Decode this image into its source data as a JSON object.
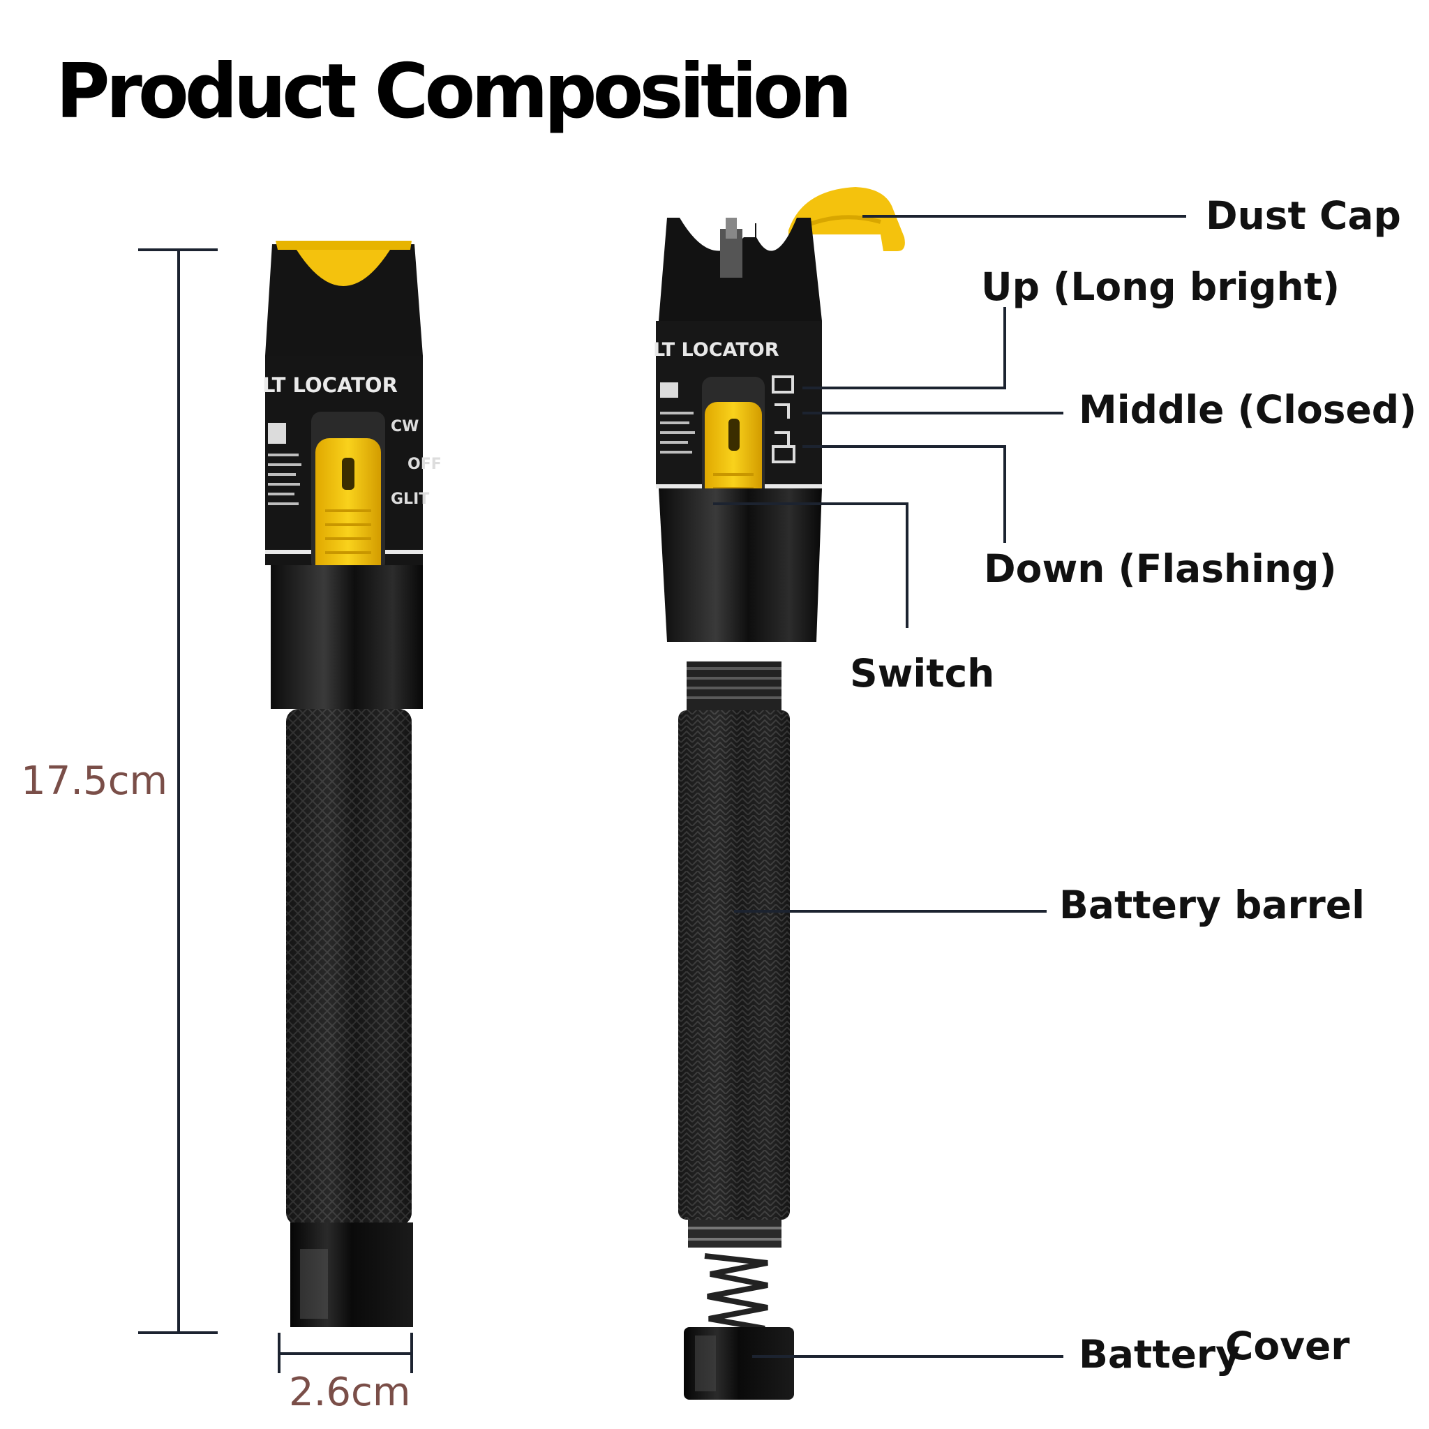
{
  "title": "Product Composition",
  "dimensions": {
    "length": "17.5cm",
    "diameter": "2.6cm"
  },
  "callouts": {
    "dust_cap": "Dust Cap",
    "up": "Up (Long bright)",
    "middle": "Middle (Closed)",
    "down": "Down (Flashing)",
    "switch": "Switch",
    "battery_barrel": "Battery barrel",
    "battery_cover_1": "Battery",
    "battery_cover_2": "Cover"
  },
  "device_print": {
    "brand_text": "LT LOCATOR",
    "mode_labels": [
      "CW",
      "OFF",
      "GLIT"
    ]
  },
  "colors": {
    "accent_yellow": "#f4c20d",
    "body_black": "#131313",
    "dimension_text": "#7a4e48",
    "leader_line": "#1c2330"
  }
}
